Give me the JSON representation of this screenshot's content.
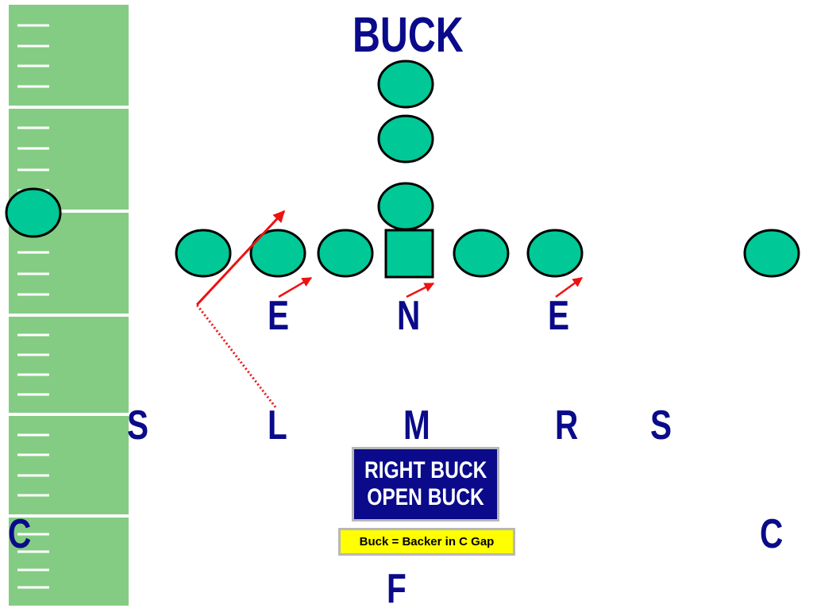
{
  "colors": {
    "field": "#84cc84",
    "yard_line": "#ffffff",
    "offense_fill": "#00c896",
    "defense_text": "#0a0a8a",
    "arrow": "#ee1111",
    "call_box_bg": "#0a0a8a",
    "note_box_bg": "#ffff00"
  },
  "title": "BUCK",
  "defense": {
    "end_left": "E",
    "nose": "N",
    "end_right": "E",
    "safety_left": "S",
    "backer_left": "L",
    "backer_middle": "M",
    "backer_right": "R",
    "safety_right": "S",
    "corner_left": "C",
    "corner_right": "C",
    "free_safety": "F"
  },
  "call_box": {
    "line1": "RIGHT BUCK",
    "line2": "OPEN BUCK"
  },
  "note": "Buck = Backer in C Gap",
  "offense_icon": "ellipse-player-icon",
  "center_icon": "square-center-icon"
}
